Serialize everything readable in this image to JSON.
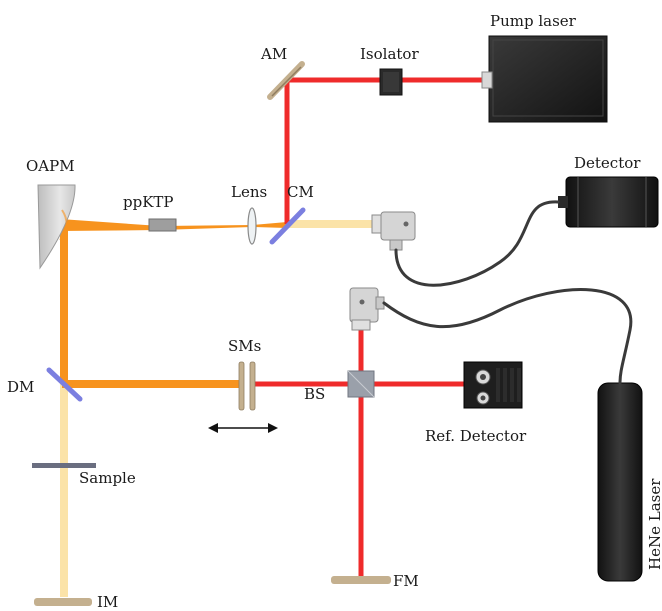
{
  "labels": {
    "pump_laser": "Pump laser",
    "am": "AM",
    "isolator": "Isolator",
    "detector": "Detector",
    "oapm": "OAPM",
    "ppktp": "ppKTP",
    "lens": "Lens",
    "cm": "CM",
    "sms": "SMs",
    "dm": "DM",
    "bs": "BS",
    "ref_detector": "Ref. Detector",
    "sample": "Sample",
    "hene_laser": "HeNe Laser",
    "fm": "FM",
    "im": "IM"
  },
  "colors": {
    "red_beam": "#ef2b2b",
    "orange_beam": "#f7931e",
    "pale_beam": "#fbe3a8",
    "mirror_tan": "#c4b08f",
    "dichroic": "#7b7fe0",
    "device_dark": "#1e1e1e"
  },
  "icons": [
    "translation-arrow-icon"
  ]
}
